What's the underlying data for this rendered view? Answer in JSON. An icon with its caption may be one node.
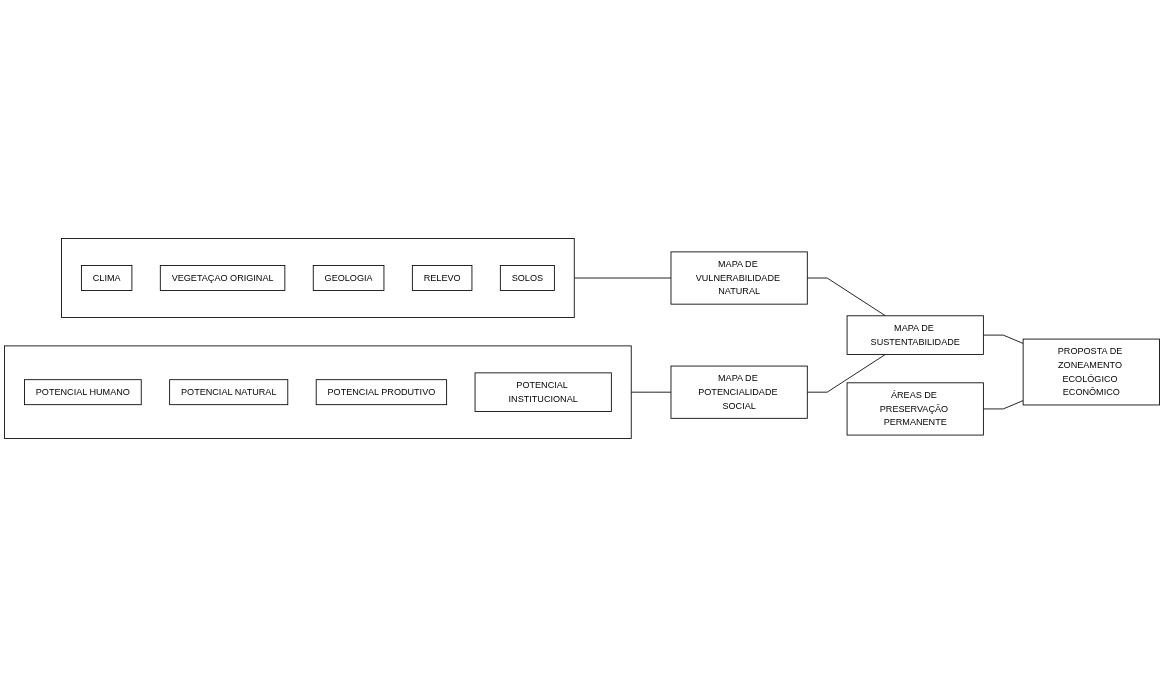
{
  "diagram": {
    "nodes": [
      {
        "text": [],
        "shape": "box"
      },
      {
        "text": [
          "CLIMA"
        ],
        "in": 0
      },
      {
        "text": [
          "VEGETAÇAO ORIGINAL"
        ],
        "in": 0
      },
      {
        "text": [
          "GEOLOGIA"
        ],
        "in": 0
      },
      {
        "text": [
          "RELEVO"
        ],
        "in": 0
      },
      {
        "text": [
          "SOLOS"
        ],
        "in": 0
      },
      {
        "text": [
          "MAPA DE VULNERABILIDADE NATURAL"
        ]
      },
      {
        "text": [],
        "shape": "box"
      },
      {
        "text": [
          "POTENCIAL HUMANO"
        ],
        "in": 7
      },
      {
        "text": [
          "POTENCIAL NATURAL"
        ],
        "in": 7
      },
      {
        "text": [
          "POTENCIAL PRODUTIVO"
        ],
        "in": 7
      },
      {
        "text": [
          "POTENCIAL INSTITUCIONAL"
        ],
        "in": 7
      },
      {
        "text": [
          "MAPA DE POTENCIALIDADE SOCIAL"
        ]
      },
      {
        "text": [
          "MAPA DE SUSTENTABILIDADE"
        ]
      },
      {
        "text": [
          "ÁREAS DE PRESERVAÇÃO PERMANENTE"
        ]
      },
      {
        "text": [
          "PROPOSTA DE ZONEAMENTO ECOLÓGICO ECONÔMICO"
        ]
      }
    ],
    "edges": [
      {
        "from": 0,
        "to": 6,
        "arrow": "none"
      },
      {
        "from": 6,
        "to": 13,
        "arrow": "none"
      },
      {
        "from": 7,
        "to": 12,
        "arrow": "none"
      },
      {
        "from": 12,
        "to": 13,
        "arrow": "none"
      },
      {
        "from": 13,
        "to": 15,
        "arrow": "none"
      },
      {
        "from": 14,
        "to": 15,
        "arrow": "none"
      }
    ]
  }
}
